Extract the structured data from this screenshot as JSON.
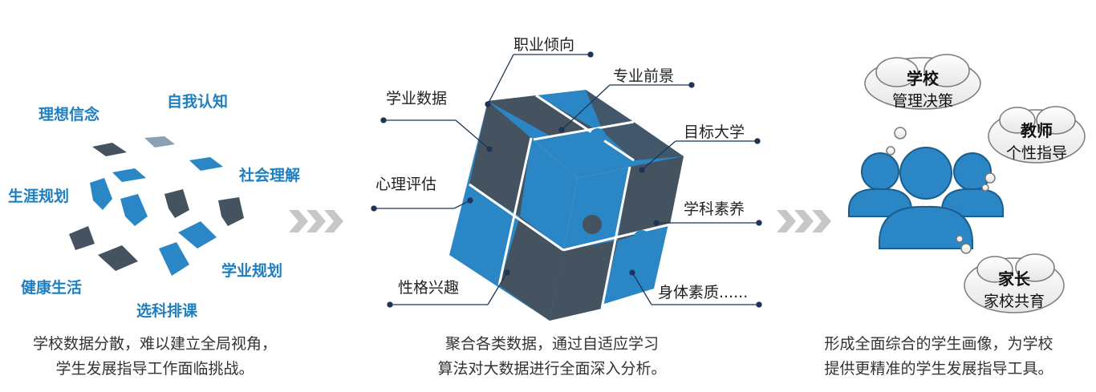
{
  "left": {
    "labels": [
      "理想信念",
      "自我认知",
      "社会理解",
      "生涯规划",
      "学业规划",
      "健康生活",
      "选科排课"
    ],
    "caption": [
      "学校数据分散，难以建立全局视角，",
      "学生发展指导工作面临挑战。"
    ]
  },
  "middle": {
    "labels": [
      "职业倾向",
      "专业前景",
      "学业数据",
      "目标大学",
      "心理评估",
      "学科素养",
      "性格兴趣",
      "身体素质......"
    ],
    "caption": [
      "聚合各类数据，通过自适应学习",
      "算法对大数据进行全面深入分析。"
    ]
  },
  "right": {
    "clouds": [
      {
        "title": "学校",
        "sub": "管理决策"
      },
      {
        "title": "教师",
        "sub": "个性指导"
      },
      {
        "title": "家长",
        "sub": "家校共育"
      }
    ],
    "caption": [
      "形成全面综合的学生画像，为学校",
      "提供更精准的学生发展指导工具。"
    ]
  },
  "colors": {
    "blue": "#2a86c4",
    "dark": "#45525f",
    "accent_text": "#1e7fc0"
  },
  "icons": [
    "chevron-arrows-icon",
    "puzzle-cube-icon",
    "people-icon",
    "cloud-bubble-icon"
  ]
}
